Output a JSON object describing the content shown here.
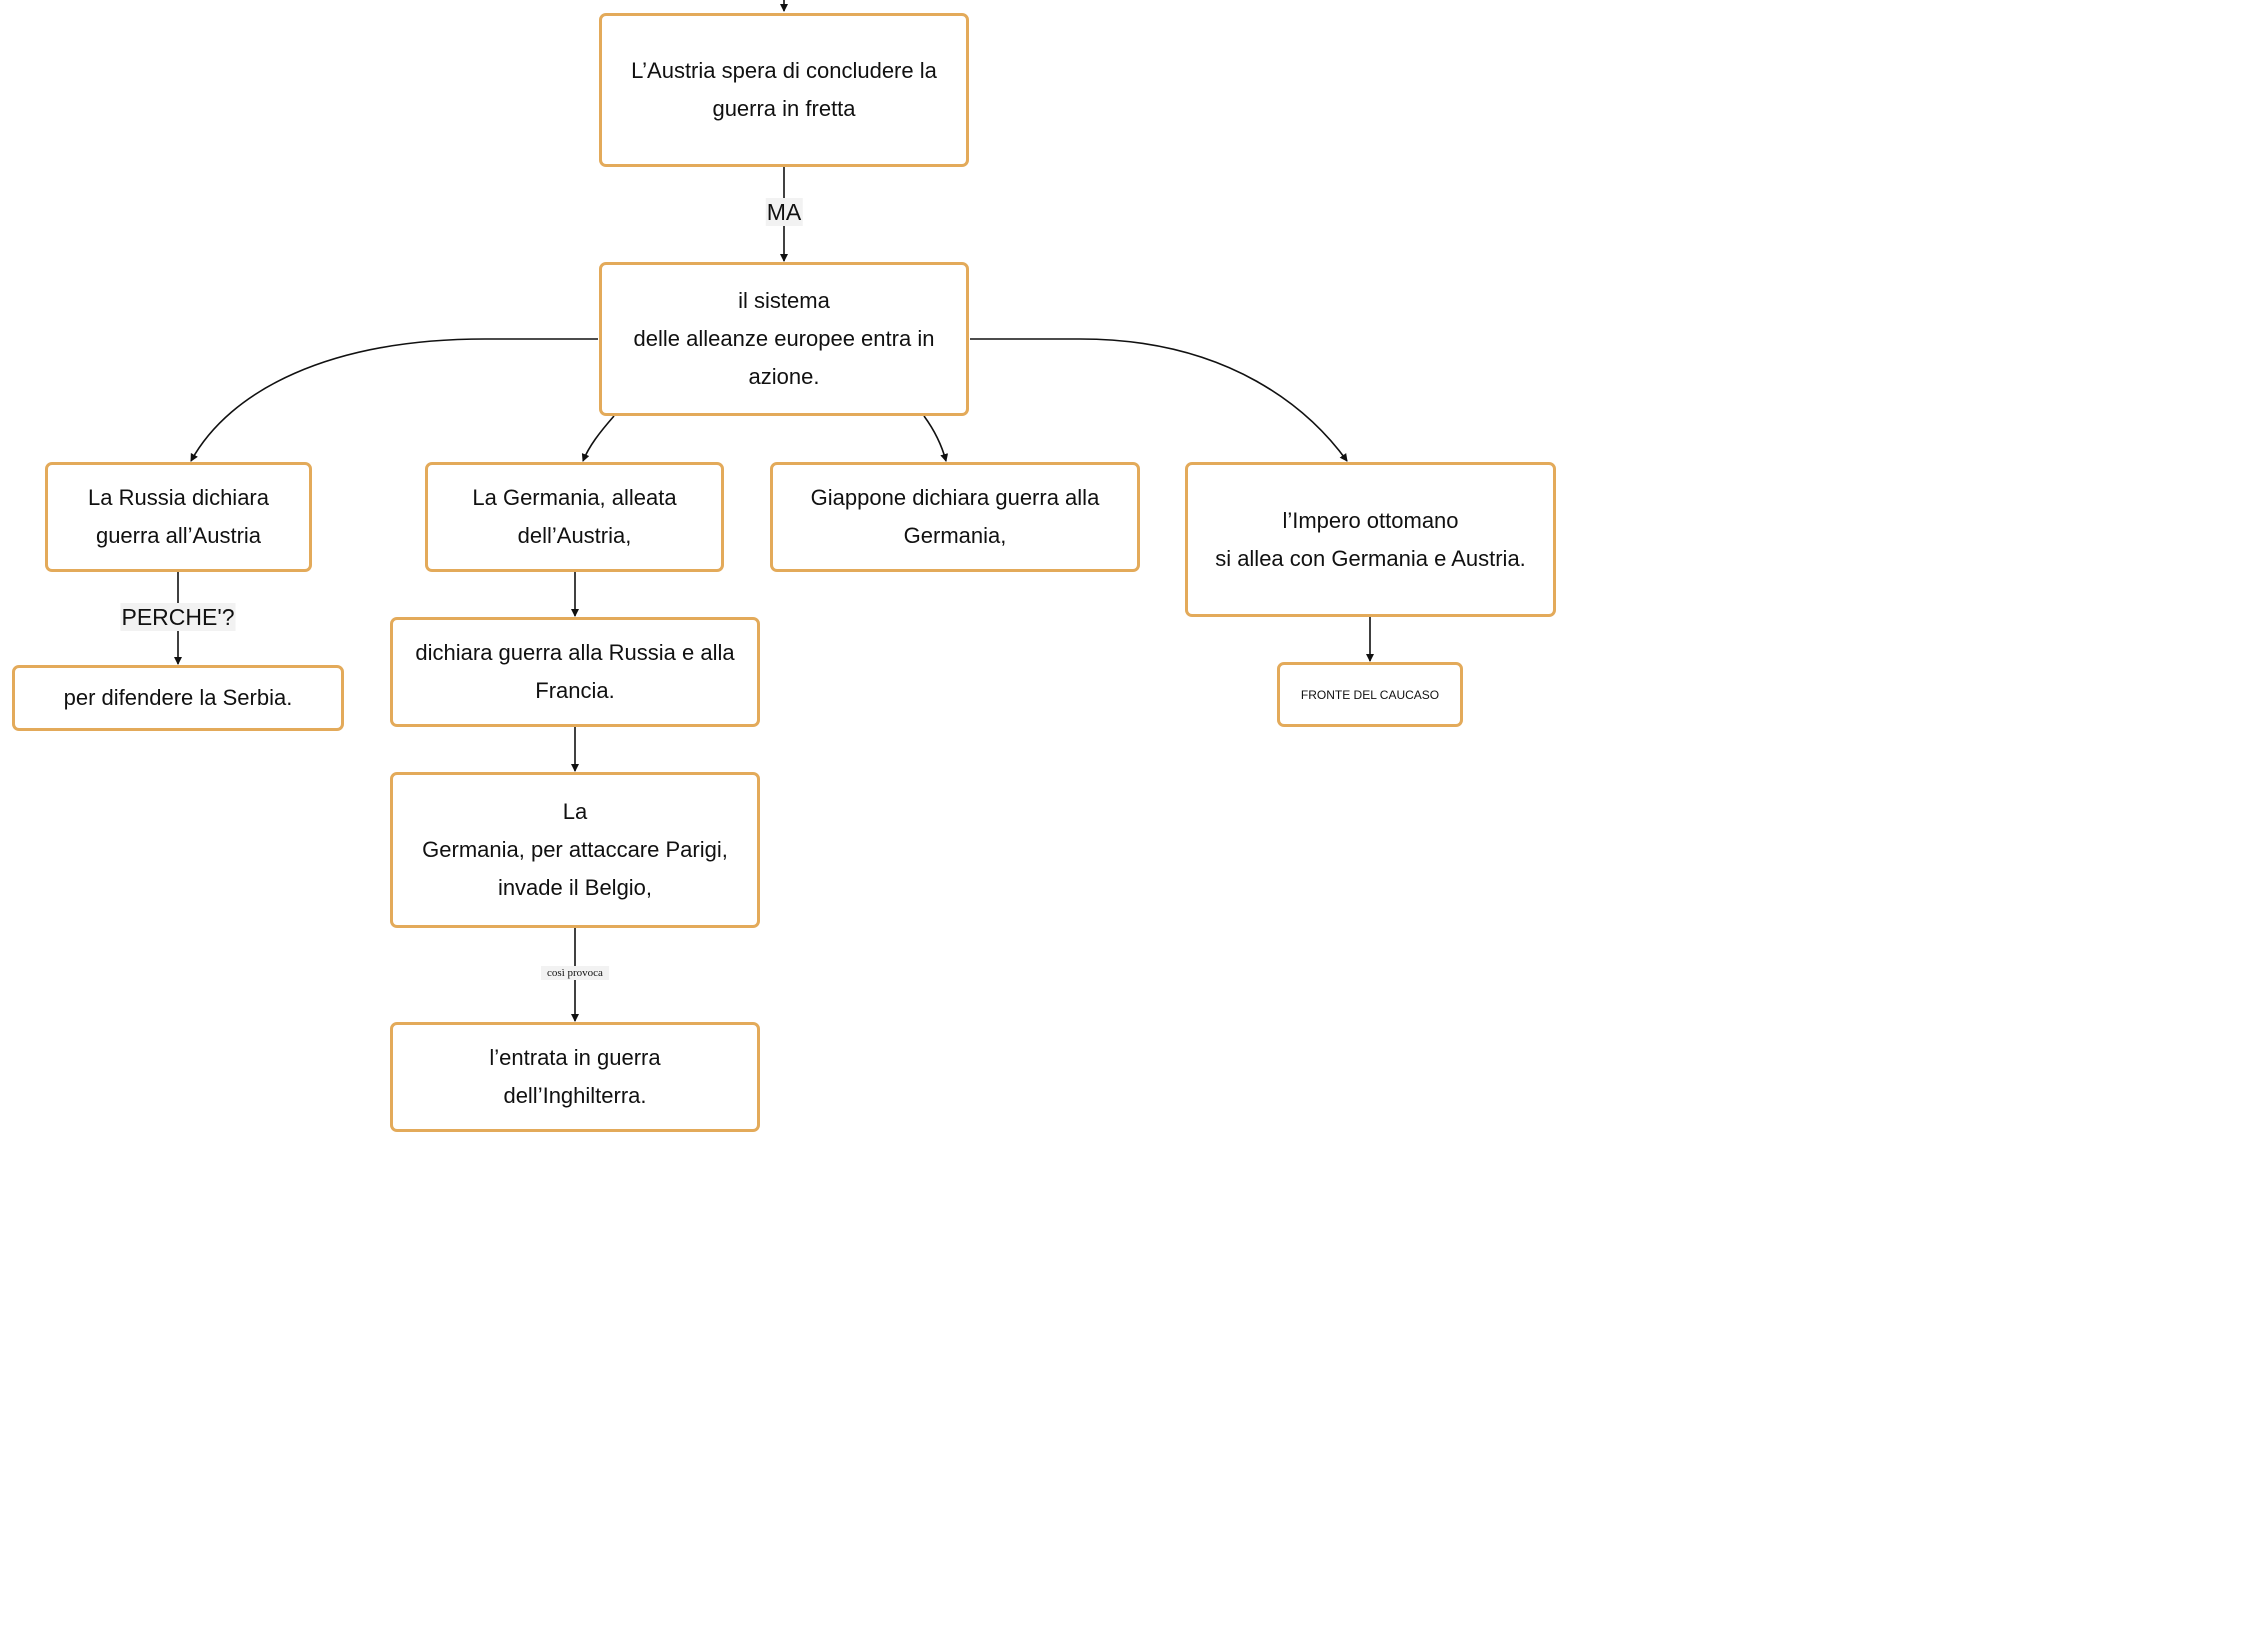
{
  "nodes": {
    "austria_hope": "L’Austria spera di concludere la guerra in fretta",
    "alliance_system": "il sistema\ndelle alleanze europee entra in azione.",
    "russia_declares": "La Russia dichiara guerra all’Austria",
    "defend_serbia": "per difendere la Serbia.",
    "germany_ally": "La Germania, alleata dell’Austria,",
    "germany_declares": "dichiara guerra alla Russia e alla Francia.",
    "germany_belgium": "La\nGermania, per attaccare Parigi,\ninvade il Belgio,",
    "england_entry": "l’entrata in guerra\ndell’Inghilterra.",
    "japan_declares": "Giappone dichiara guerra alla Germania,",
    "ottoman_empire": "l’Impero ottomano\nsi allea con Germania e Austria.",
    "caucasus_front": "FRONTE DEL CAUCASO"
  },
  "edge_labels": {
    "ma": "MA",
    "perche": "PERCHE'?",
    "cosi_provoca": "così provoca"
  },
  "colors": {
    "node_border": "#e3aa5a",
    "edge": "#111111",
    "label_background": "#f2f2f2"
  }
}
